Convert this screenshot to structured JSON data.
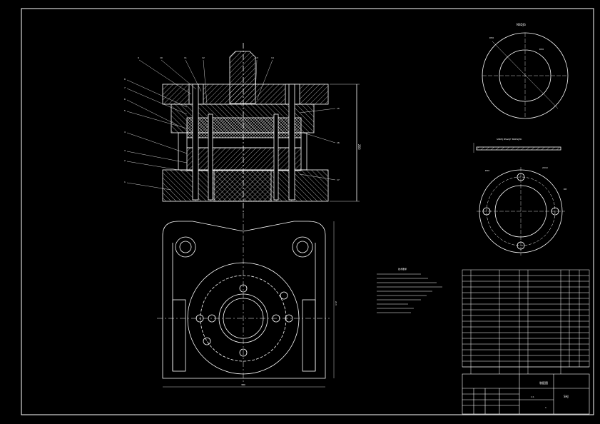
{
  "drawing": {
    "view_title_1": "NSDJG",
    "section_label": "SSBHJ BSGKJT BRDSJHK",
    "tech_notes_title": "技术要求",
    "dimensions": {
      "height": "203",
      "width": "300",
      "depth": "213"
    },
    "callouts_left": [
      "8",
      "7",
      "6",
      "5",
      "4",
      "3",
      "2",
      "1"
    ],
    "callouts_top": [
      "9",
      "10",
      "11",
      "12",
      "13",
      "14"
    ],
    "callouts_right": [
      "15",
      "16",
      "17"
    ],
    "flange_callouts": [
      "D50",
      "2X10",
      "D8"
    ],
    "ring_callouts": [
      "D50",
      "D30"
    ]
  },
  "title_block": {
    "part_name": "装配图",
    "scale": "1:1",
    "code": "SHJ",
    "sheet": "1"
  },
  "colors": {
    "background": "#000000",
    "line": "#ffffff"
  }
}
